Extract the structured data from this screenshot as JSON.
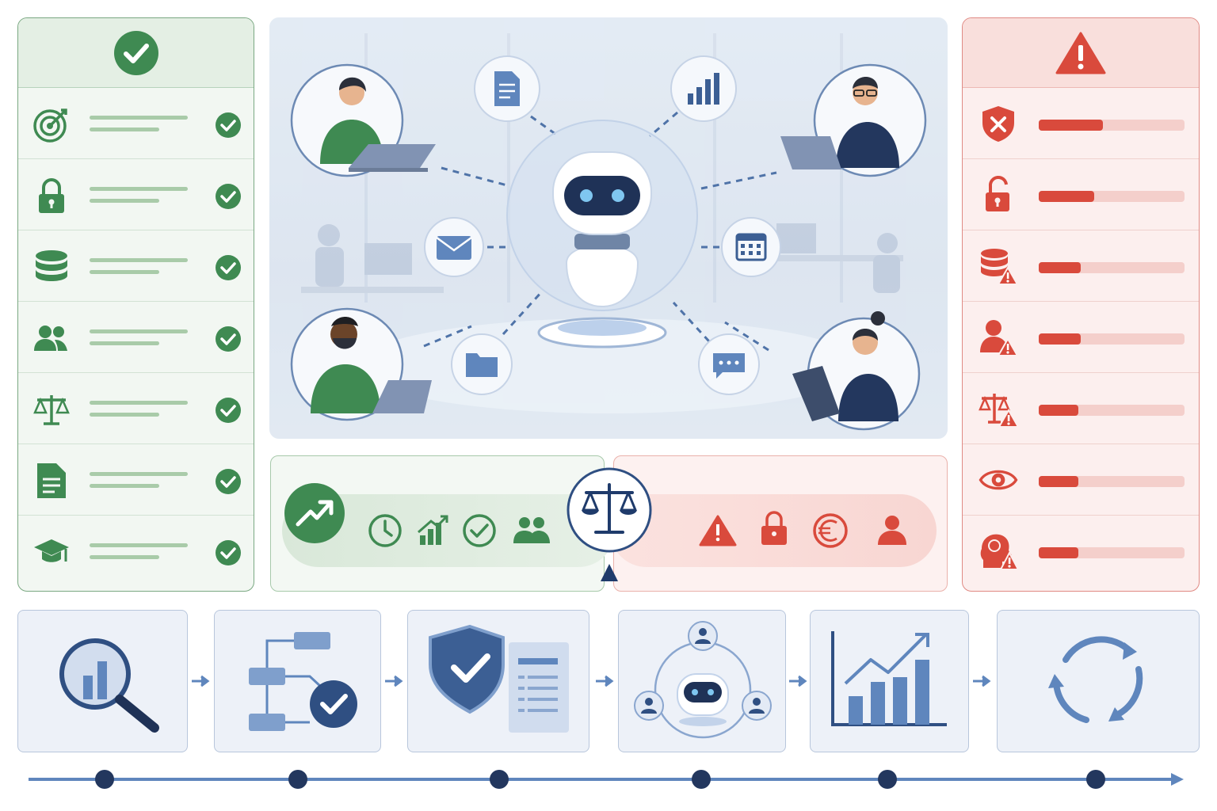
{
  "palette": {
    "positive": "#3f8a52",
    "positive_light": "#a9cba9",
    "negative": "#d94a3c",
    "negative_light": "#f4cfcb",
    "primary": "#2f4f82",
    "accent": "#5f86bd"
  },
  "benefits_panel": {
    "header_icon": "check-circle-icon",
    "items": [
      {
        "icon": "target-icon",
        "status_icon": "check-circle-icon"
      },
      {
        "icon": "lock-icon",
        "status_icon": "check-circle-icon"
      },
      {
        "icon": "database-icon",
        "status_icon": "check-circle-icon"
      },
      {
        "icon": "users-icon",
        "status_icon": "check-circle-icon"
      },
      {
        "icon": "scales-icon",
        "status_icon": "check-circle-icon"
      },
      {
        "icon": "document-icon",
        "status_icon": "check-circle-icon"
      },
      {
        "icon": "graduation-cap-icon",
        "status_icon": "check-circle-icon"
      }
    ]
  },
  "risks_panel": {
    "header_icon": "warning-icon",
    "items": [
      {
        "icon": "shield-x-icon",
        "level": 0.44
      },
      {
        "icon": "unlock-icon",
        "level": 0.38
      },
      {
        "icon": "database-warning-icon",
        "level": 0.29
      },
      {
        "icon": "user-warning-icon",
        "level": 0.29
      },
      {
        "icon": "scales-warning-icon",
        "level": 0.27
      },
      {
        "icon": "eye-icon",
        "level": 0.27
      },
      {
        "icon": "head-warning-icon",
        "level": 0.27
      }
    ]
  },
  "hub": {
    "center_icon": "ai-robot-icon",
    "connected_icons": [
      "document-icon",
      "bar-chart-icon",
      "mail-icon",
      "calendar-icon",
      "folder-icon",
      "chat-icon"
    ],
    "people": [
      "employee-laptop-woman",
      "employee-laptop-man-glasses",
      "employee-laptop-man",
      "employee-tablet-woman"
    ]
  },
  "balance": {
    "center_icon": "balance-scale-icon",
    "benefit_icons": [
      "trend-up-icon",
      "clock-icon",
      "growth-chart-icon",
      "check-icon",
      "team-icon"
    ],
    "risk_icons": [
      "warning-icon",
      "lock-icon",
      "euro-icon",
      "person-icon"
    ]
  },
  "process_steps": [
    {
      "icon": "analysis-search-icon"
    },
    {
      "icon": "workflow-check-icon"
    },
    {
      "icon": "security-policy-icon"
    },
    {
      "icon": "ai-collaboration-icon"
    },
    {
      "icon": "performance-chart-icon"
    },
    {
      "icon": "continuous-cycle-icon"
    }
  ]
}
